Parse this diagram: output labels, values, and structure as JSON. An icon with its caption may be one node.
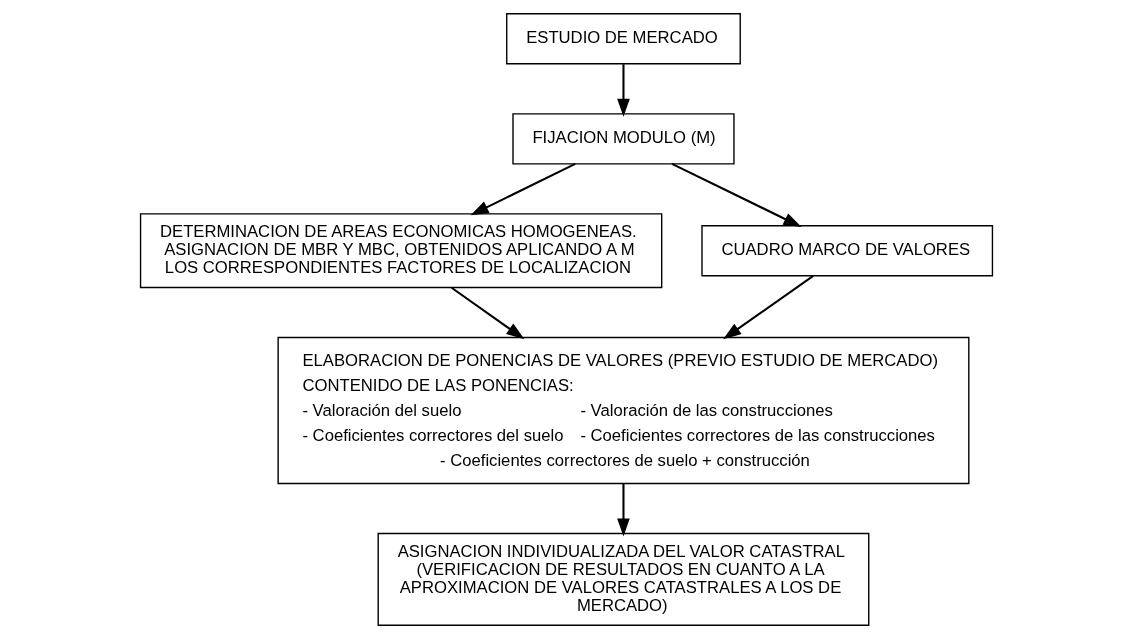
{
  "diagram": {
    "nodes": [
      {
        "text": [
          "ESTUDIO DE MERCADO"
        ]
      },
      {
        "text": [
          "FIJACION MODULO (M)"
        ]
      },
      {
        "text": [
          "DETERMINACION DE AREAS ECONOMICAS HOMOGENEAS. ASIGNACION DE MBR Y MBC, OBTENIDOS APLICANDO A M LOS CORRESPONDIENTES FACTORES DE LOCALIZACION"
        ]
      },
      {
        "text": [
          "CUADRO MARCO DE VALORES"
        ]
      },
      {
        "text": [
          "ELABORACION DE PONENCIAS DE VALORES (PREVIO ESTUDIO DE MERCADO)",
          "CONTENIDO DE LAS PONENCIAS:",
          "- Valoración del suelo",
          "- Valoración de las construcciones",
          "- Coeficientes correctores del suelo",
          "- Coeficientes correctores de las construcciones",
          "- Coeficientes correctores de suelo + construcción"
        ]
      },
      {
        "text": [
          "ASIGNACION INDIVIDUALIZADA DEL VALOR CATASTRAL (VERIFICACION DE RESULTADOS EN CUANTO A LA APROXIMACION DE VALORES CATASTRALES A LOS DE MERCADO)"
        ]
      }
    ],
    "edges": [
      {
        "from": 0,
        "to": 1,
        "arrow": "to"
      },
      {
        "from": 1,
        "to": 2,
        "arrow": "to"
      },
      {
        "from": 1,
        "to": 3,
        "arrow": "to"
      },
      {
        "from": 2,
        "to": 4,
        "arrow": "to"
      },
      {
        "from": 3,
        "to": 4,
        "arrow": "to"
      },
      {
        "from": 4,
        "to": 5,
        "arrow": "to"
      }
    ]
  }
}
